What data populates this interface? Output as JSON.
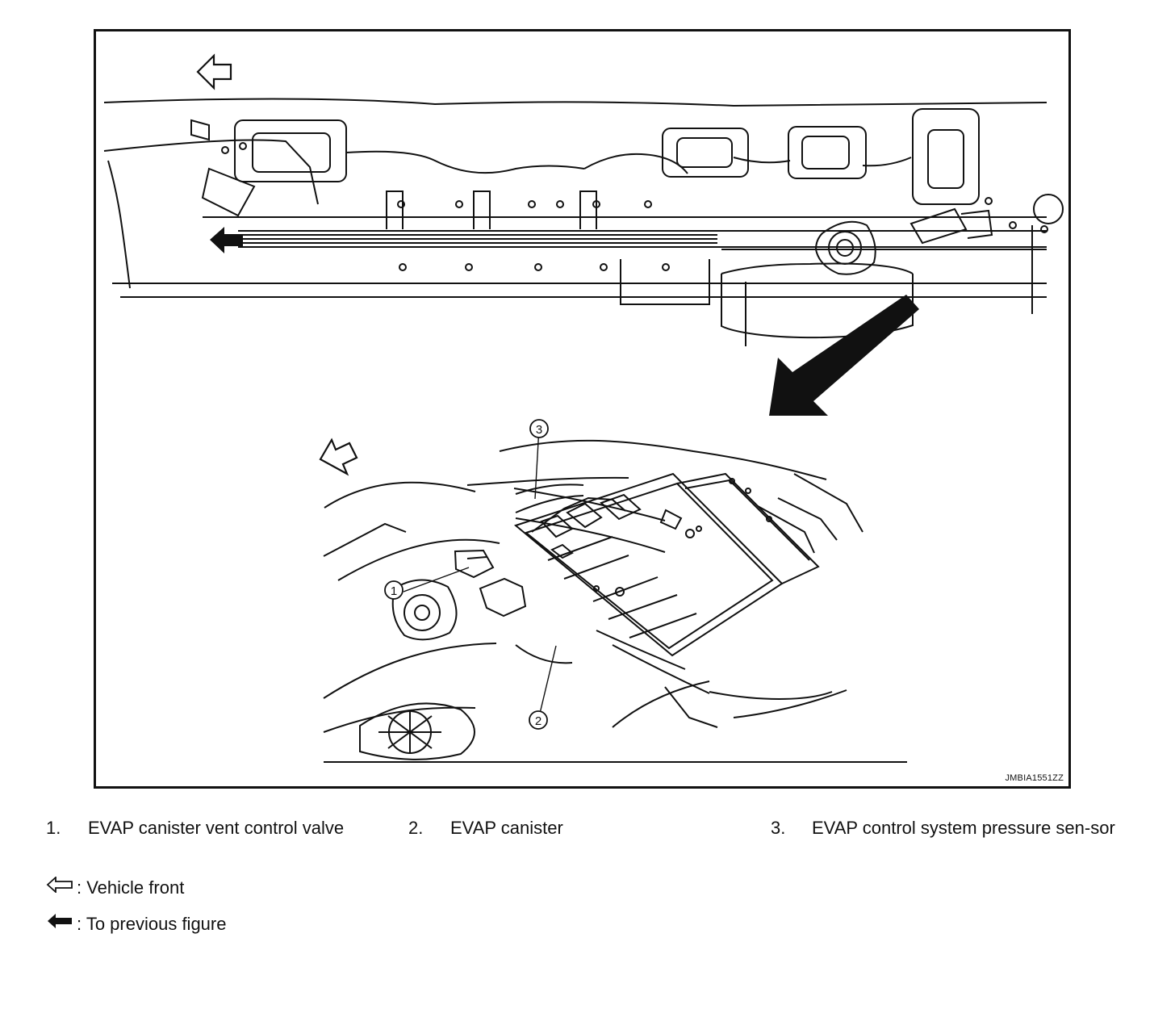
{
  "figure": {
    "code": "JMBIA1551ZZ",
    "callouts": [
      "1",
      "2",
      "3"
    ]
  },
  "legend": {
    "items": [
      {
        "number": "1.",
        "label": "EVAP canister vent control valve"
      },
      {
        "number": "2.",
        "label": "EVAP canister"
      },
      {
        "number": "3.",
        "label": "EVAP control system pressure sen-sor"
      }
    ]
  },
  "notes": [
    {
      "icon": "outline-arrow-icon",
      "text": ": Vehicle front"
    },
    {
      "icon": "solid-arrow-icon",
      "text": ": To previous figure"
    }
  ]
}
